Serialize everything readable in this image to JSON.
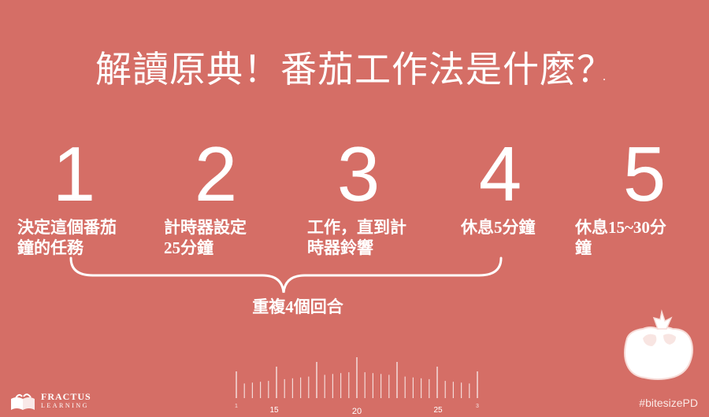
{
  "title": "解讀原典！番茄工作法是什麼？",
  "steps": [
    {
      "number": "1",
      "text": "決定這個番茄\n鐘的任務"
    },
    {
      "number": "2",
      "text": "計時器設定\n25分鐘"
    },
    {
      "number": "3",
      "text": "工作，直到計\n時器鈴響"
    },
    {
      "number": "4",
      "text": "休息5分鐘"
    },
    {
      "number": "5",
      "text": "休息15~30分\n鐘"
    }
  ],
  "repeat_label": "重複4個回合",
  "ruler": {
    "labels": [
      "1",
      "15",
      "20",
      "25",
      "3"
    ]
  },
  "brand": {
    "name": "FRACTUS",
    "sub": "LEARNING"
  },
  "hashtag": "#bitesizePD",
  "colors": {
    "background": "#d56e66",
    "text": "#ffffff"
  },
  "icons": [
    "book-logo-icon",
    "tomato-icon"
  ]
}
